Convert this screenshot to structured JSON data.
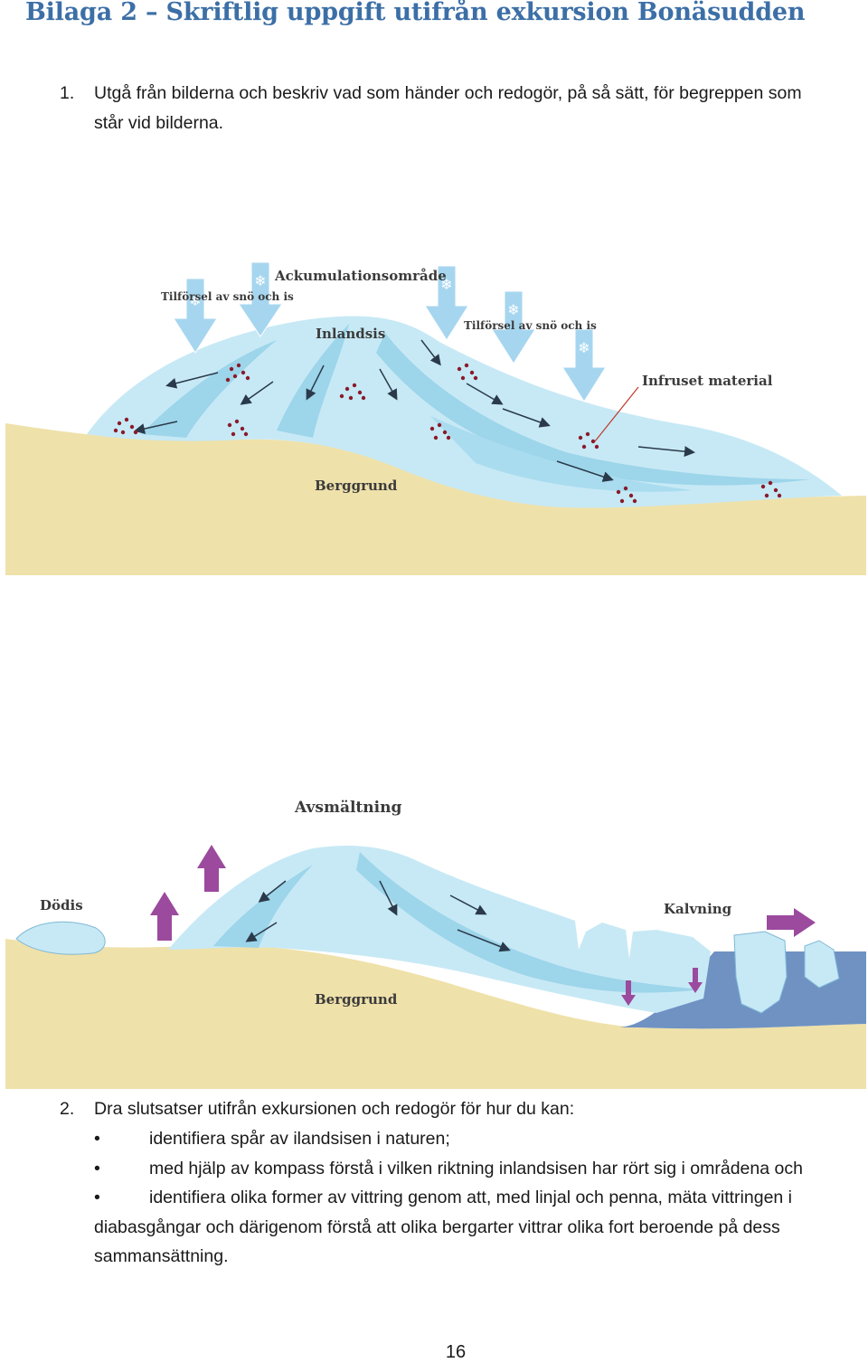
{
  "page": {
    "title": "Bilaga 2 – Skriftlig uppgift utifrån exkursion Bonäsudden",
    "page_number": "16"
  },
  "task1": {
    "number": "1.",
    "line1": "Utgå från bilderna och beskriv vad som händer och redogör, på så sätt, för begreppen som",
    "line2": "står vid bilderna."
  },
  "figure1": {
    "accumulation": "Ackumulationsområde",
    "supply_left": "Tilförsel av snö och is",
    "supply_right": "Tilförsel av snö och is",
    "ice_sheet": "Inlandsis",
    "frozen_material": "Infruset material",
    "bedrock": "Berggrund"
  },
  "figure2": {
    "melting": "Avsmältning",
    "dead_ice": "Dödis",
    "calving": "Kalvning",
    "bedrock": "Berggrund"
  },
  "task2": {
    "number": "2.",
    "intro": "Dra slutsatser utifrån exkursionen och redogör för hur du kan:",
    "bullets": [
      "identifiera spår av ilandsisen i naturen;",
      "med hjälp av kompass förstå i vilken riktning inlandsisen har rört sig i områdena och",
      "identifiera olika former av vittring genom att, med linjal och penna, mäta vittringen i"
    ],
    "continuation1": "diabasgångar och därigenom förstå att olika bergarter vittrar olika fort beroende på dess",
    "continuation2": "sammansättning."
  },
  "colors": {
    "title": "#3c6fa6",
    "bedrock": "#efe1aa",
    "ice_light": "#c7e9f5",
    "ice_dark": "#9dd5ea",
    "water": "#6f92c3",
    "sediment": "#8a1a2a",
    "arrow_purple": "#9b4a9e"
  }
}
